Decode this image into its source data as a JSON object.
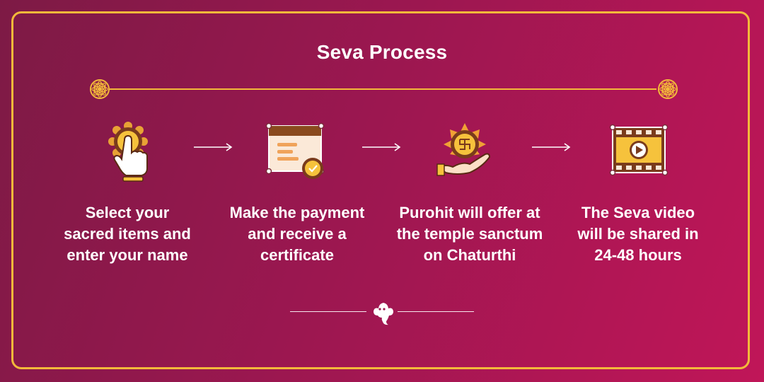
{
  "title": "Seva Process",
  "colors": {
    "background_start": "#7d1a45",
    "background_end": "#c01658",
    "border": "#f3b93a",
    "text": "#ffffff"
  },
  "steps": [
    {
      "icon": "hand-pointer-icon",
      "lines": [
        "Select your",
        "sacred items and",
        "enter your name"
      ]
    },
    {
      "icon": "certificate-icon",
      "lines": [
        "Make the payment",
        "and receive a",
        "certificate"
      ]
    },
    {
      "icon": "offering-hand-icon",
      "lines": [
        "Purohit will offer at",
        "the temple sanctum",
        "on Chaturthi"
      ]
    },
    {
      "icon": "video-play-icon",
      "lines": [
        "The Seva video",
        "will be shared in",
        "24-48 hours"
      ]
    }
  ],
  "arrow_icon": "arrow-right-icon",
  "footer_icon": "ganesha-icon",
  "divider_icon": "mandala-icon"
}
